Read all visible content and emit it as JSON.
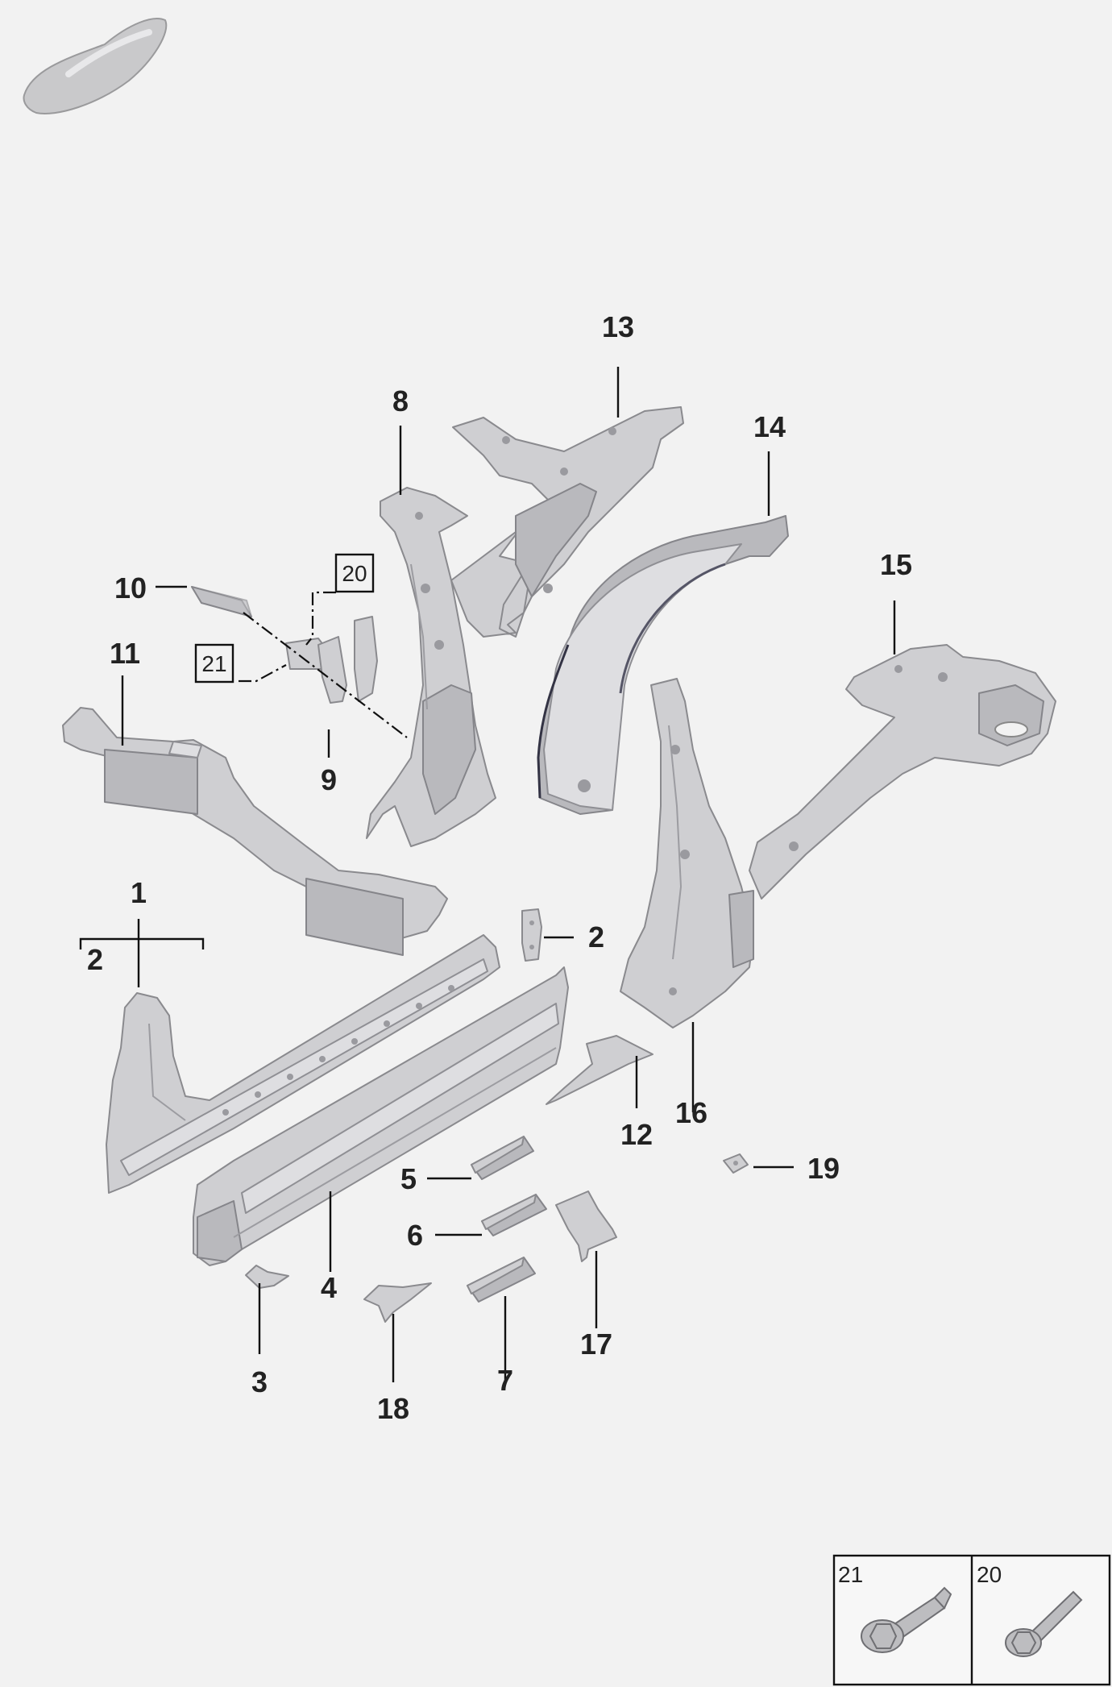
{
  "labels": {
    "p1": "1",
    "p2a": "2",
    "p2b": "2",
    "p3": "3",
    "p4": "4",
    "p5": "5",
    "p6": "6",
    "p7": "7",
    "p8": "8",
    "p9": "9",
    "p10": "10",
    "p11": "11",
    "p12": "12",
    "p13": "13",
    "p14": "14",
    "p15": "15",
    "p16": "16",
    "p17": "17",
    "p18": "18",
    "p19": "19",
    "p20": "20",
    "p21": "21"
  },
  "hardware_legend": {
    "bolt_a": "21",
    "bolt_b": "20"
  },
  "icons": [
    "car-silhouette-icon",
    "bolt-icon"
  ]
}
